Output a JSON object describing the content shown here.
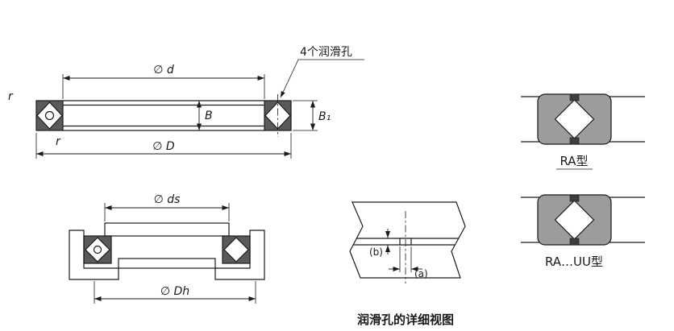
{
  "colors": {
    "line": "#1a1a1a",
    "section_fill": "#5a5a5a",
    "symbol_fill": "#9c9c9c",
    "plug_fill": "#3d3d3d",
    "background": "#ffffff"
  },
  "main_view": {
    "callout_lube_holes": "4个润滑孔",
    "dim_d": "∅ d",
    "dim_D": "∅ D",
    "dim_B": "B",
    "dim_B1": "B₁",
    "r_top": "r",
    "r_bottom": "r"
  },
  "mounted_view": {
    "dim_ds": "∅ ds",
    "dim_Dh": "∅ Dh"
  },
  "detail_view": {
    "dim_b": "(b)",
    "dim_a": "(a)",
    "caption": "润滑孔的详细视图"
  },
  "symbols": {
    "ra_label": "RA型",
    "ra_uu_label": "RA…UU型"
  }
}
